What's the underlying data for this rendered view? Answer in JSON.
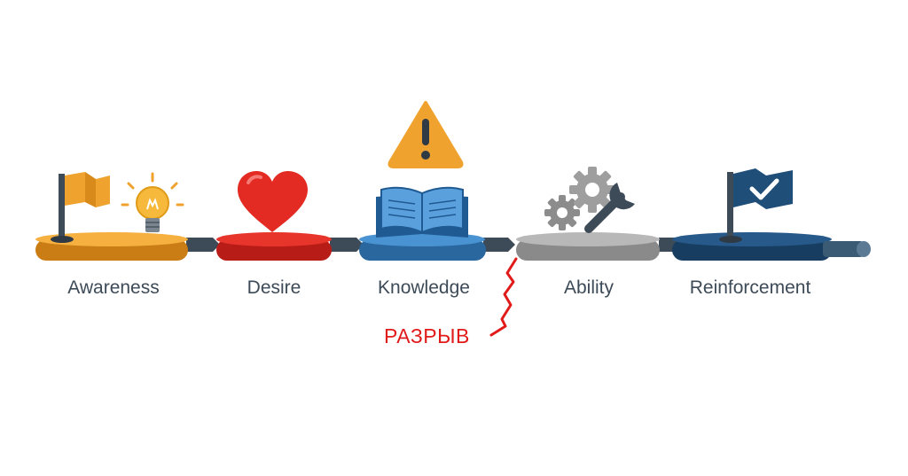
{
  "stages": [
    {
      "label": "Awareness",
      "color": "#f0a22e",
      "icons": [
        "flag-icon",
        "lightbulb-icon"
      ]
    },
    {
      "label": "Desire",
      "color": "#e32b23",
      "icons": [
        "heart-icon"
      ]
    },
    {
      "label": "Knowledge",
      "color": "#3b82c4",
      "icons": [
        "open-book-icon"
      ]
    },
    {
      "label": "Ability",
      "color": "#a6a6a6",
      "icons": [
        "gears-icon",
        "wrench-icon"
      ]
    },
    {
      "label": "Reinforcement",
      "color": "#1f4e79",
      "icons": [
        "checkmark-flag-icon"
      ]
    }
  ],
  "gap": {
    "label": "РАЗРЫВ",
    "color": "#e11a1a",
    "icon": "warning-icon",
    "warning_color": "#f0a22e"
  },
  "connector_color": "#3d4a57"
}
